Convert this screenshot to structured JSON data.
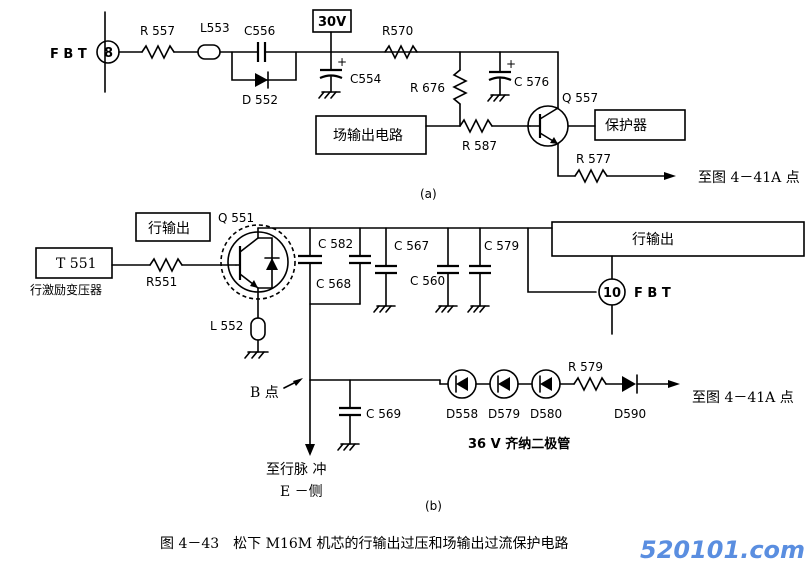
{
  "circuit_a": {
    "fbt_label": "F B T",
    "pin8": "8",
    "r557": "R 557",
    "l553": "L553",
    "c556": "C556",
    "d552": "D 552",
    "v30": "30V",
    "c554": "C554",
    "r570": "R570",
    "r576": "R 676",
    "c576": "C 576",
    "q557": "Q 557",
    "field_output": "场输出电路",
    "r587": "R 587",
    "protector": "保护器",
    "r577": "R 577",
    "to_point": "至图 4－41A 点",
    "caption": "(a)"
  },
  "circuit_b": {
    "h_output_box": "行输出",
    "q551": "Q 551",
    "t551": "T 551",
    "driver_label": "行激励变压器",
    "r551": "R551",
    "l552": "L 552",
    "c582": "C 582",
    "c568": "C 568",
    "c567": "C 567",
    "c560": "C 560",
    "c579": "C 579",
    "h_output_right": "行输出",
    "pin10": "10",
    "fbt_label": "F B T",
    "b_point": "B 点",
    "c569": "C 569",
    "d558": "D558",
    "d579": "D579",
    "d580": "D580",
    "r579": "R 579",
    "d590": "D590",
    "to_point": "至图 4－41A 点",
    "zener_label": "36 V 齐纳二极管",
    "pulse_label_1": "至行脉 冲",
    "pulse_label_2": "E －侧",
    "caption": "(b)"
  },
  "figure_caption": "图 4－43　松下 M16M 机芯的行输出过压和场输出过流保护电路",
  "watermark": "520101.com"
}
